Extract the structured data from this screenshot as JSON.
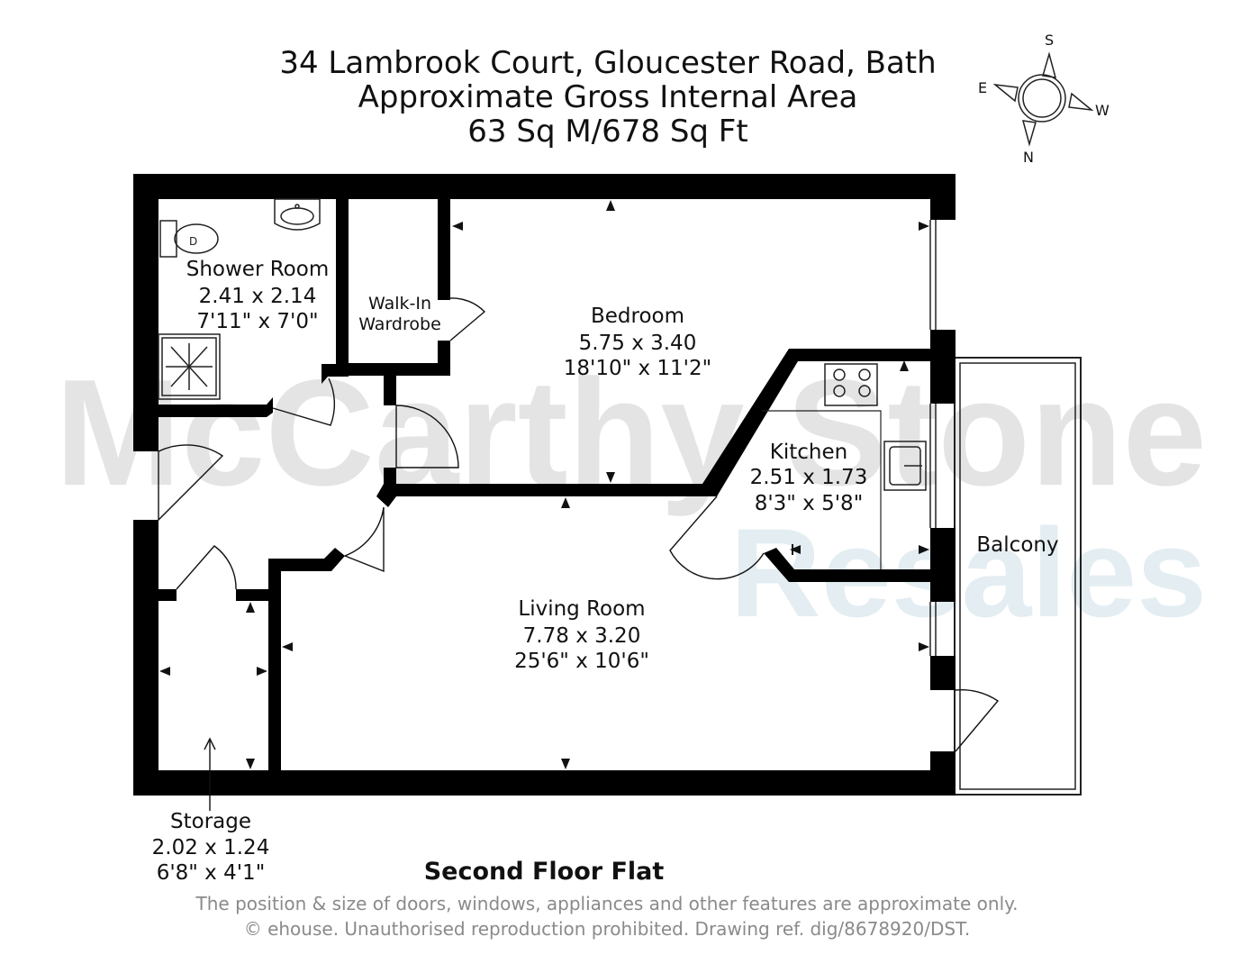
{
  "header": {
    "address": "34 Lambrook Court, Gloucester Road, Bath",
    "area_title": "Approximate Gross Internal Area",
    "area_value": "63 Sq M/678 Sq Ft"
  },
  "compass": {
    "s": "S",
    "e": "E",
    "w": "W",
    "n": "N"
  },
  "watermark": {
    "line1": "McCarthy Stone",
    "line2": "Resales"
  },
  "rooms": {
    "shower": {
      "name": "Shower Room",
      "metric": "2.41 x 2.14",
      "imperial": "7'11\" x 7'0\""
    },
    "wardrobe": {
      "line1": "Walk-In",
      "line2": "Wardrobe"
    },
    "bedroom": {
      "name": "Bedroom",
      "metric": "5.75 x 3.40",
      "imperial": "18'10\" x 11'2\""
    },
    "kitchen": {
      "name": "Kitchen",
      "metric": "2.51 x 1.73",
      "imperial": "8'3\" x 5'8\""
    },
    "balcony": {
      "name": "Balcony"
    },
    "living": {
      "name": "Living Room",
      "metric": "7.78 x 3.20",
      "imperial": "25'6\" x 10'6\""
    },
    "storage": {
      "name": "Storage",
      "metric": "2.02 x 1.24",
      "imperial": "6'8\" x 4'1\""
    }
  },
  "floor_label": "Second Floor Flat",
  "disclaimer": {
    "line1": "The position & size of doors, windows, appliances and other features are approximate only.",
    "line2": "© ehouse. Unauthorised reproduction prohibited. Drawing ref. dig/8678920/DST."
  },
  "colors": {
    "wall": "#000000",
    "watermark_gray": "#e4e4e4",
    "watermark_blue": "#e3edf2",
    "text": "#111111",
    "disclaimer": "#8a8a8a"
  },
  "icons": [
    "compass-icon",
    "toilet-icon",
    "basin-icon",
    "shower-tray-icon",
    "hob-icon",
    "sink-icon"
  ]
}
